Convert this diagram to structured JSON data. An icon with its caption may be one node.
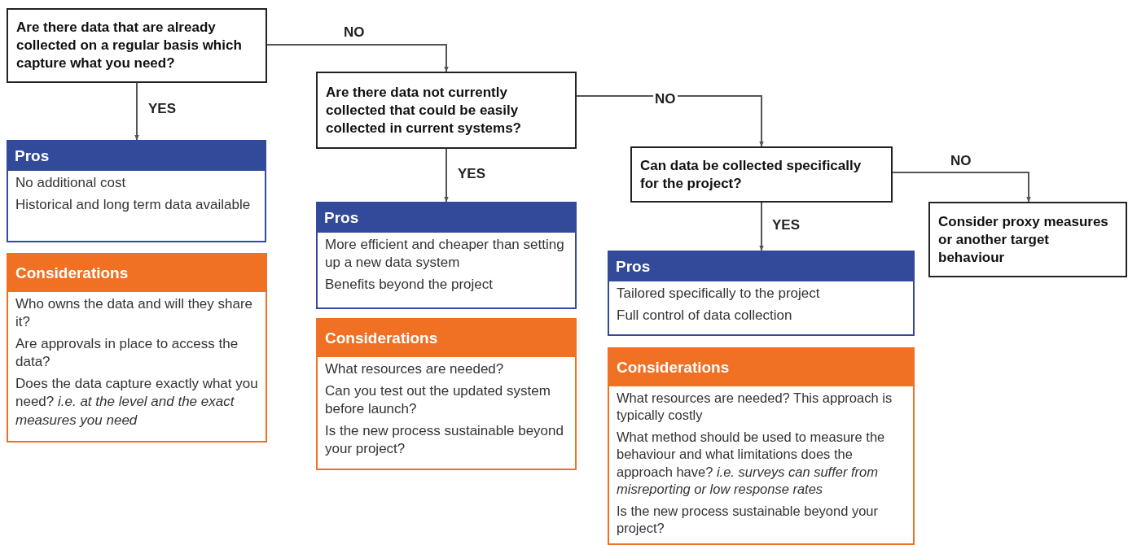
{
  "diagram": {
    "nodes": [
      {
        "text": [
          "Are there data that are already collected on a regular basis which capture what you need?"
        ]
      },
      {
        "text": [
          "Pros",
          "No additional cost",
          "Historical and long term data available"
        ]
      },
      {
        "text": [
          "Considerations",
          "Who owns the data and will they share it?",
          "Are approvals in place to access the data?",
          "Does the data capture exactly what you need? *i.e. at the level and the exact measures you need*"
        ]
      },
      {
        "text": [
          "Are there data not currently collected that could be easily collected in current systems?"
        ]
      },
      {
        "text": [
          "Pros",
          "More efficient and cheaper than setting up a new data system",
          "Benefits beyond the project"
        ]
      },
      {
        "text": [
          "Considerations",
          "What resources are needed?",
          "Can you test out the updated system before launch?",
          "Is the new process sustainable beyond your project?"
        ]
      },
      {
        "text": [
          "Can data be collected specifically for the project?"
        ]
      },
      {
        "text": [
          "Pros",
          "Tailored specifically to the project",
          "Full control of data collection"
        ]
      },
      {
        "text": [
          "Considerations",
          "What resources are needed? This approach is typically costly",
          "What method should be used to measure the behaviour and what limitations does the approach have? *i.e. surveys can suffer from misreporting or low response rates*",
          "Is the new process sustainable beyond your project?"
        ]
      },
      {
        "text": [
          "Consider proxy measures or another target behaviour"
        ]
      }
    ],
    "edges": [
      {
        "from": 0,
        "to": 3,
        "arrow": "to",
        "label": "NO"
      },
      {
        "from": 0,
        "to": 1,
        "arrow": "to",
        "label": "YES"
      },
      {
        "from": 3,
        "to": 6,
        "arrow": "to",
        "label": "NO"
      },
      {
        "from": 3,
        "to": 4,
        "arrow": "to",
        "label": "YES"
      },
      {
        "from": 6,
        "to": 9,
        "arrow": "to",
        "label": "NO"
      },
      {
        "from": 6,
        "to": 7,
        "arrow": "to",
        "label": "YES"
      }
    ]
  }
}
